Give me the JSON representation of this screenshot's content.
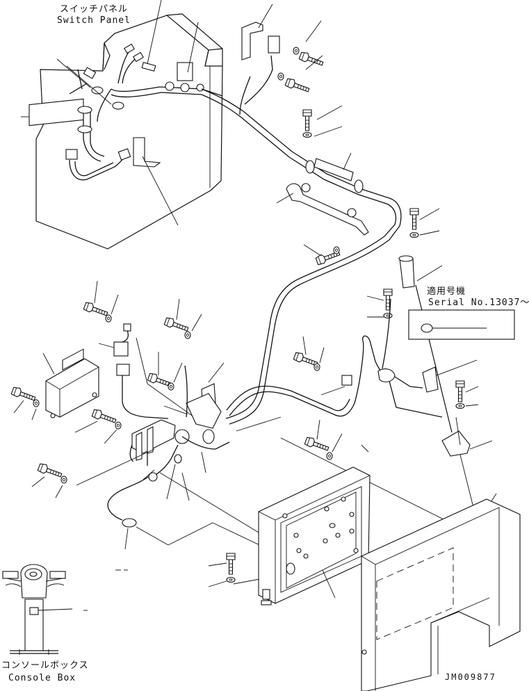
{
  "labels": {
    "switch_panel_jp": "スイッチパネル",
    "switch_panel_en": "Switch Panel",
    "serial_jp": "適用号機",
    "serial_en": "Serial No.13037～",
    "console_box_jp": "コンソールボックス",
    "console_box_en": "Console Box",
    "drawing_number": "JM009877"
  },
  "icons": {
    "bolt": "hex-bolt-icon",
    "washer": "washer-icon",
    "connector": "connector-icon",
    "clamp": "clamp-icon",
    "relay": "relay-box-icon",
    "joystick": "control-lever-icon"
  }
}
